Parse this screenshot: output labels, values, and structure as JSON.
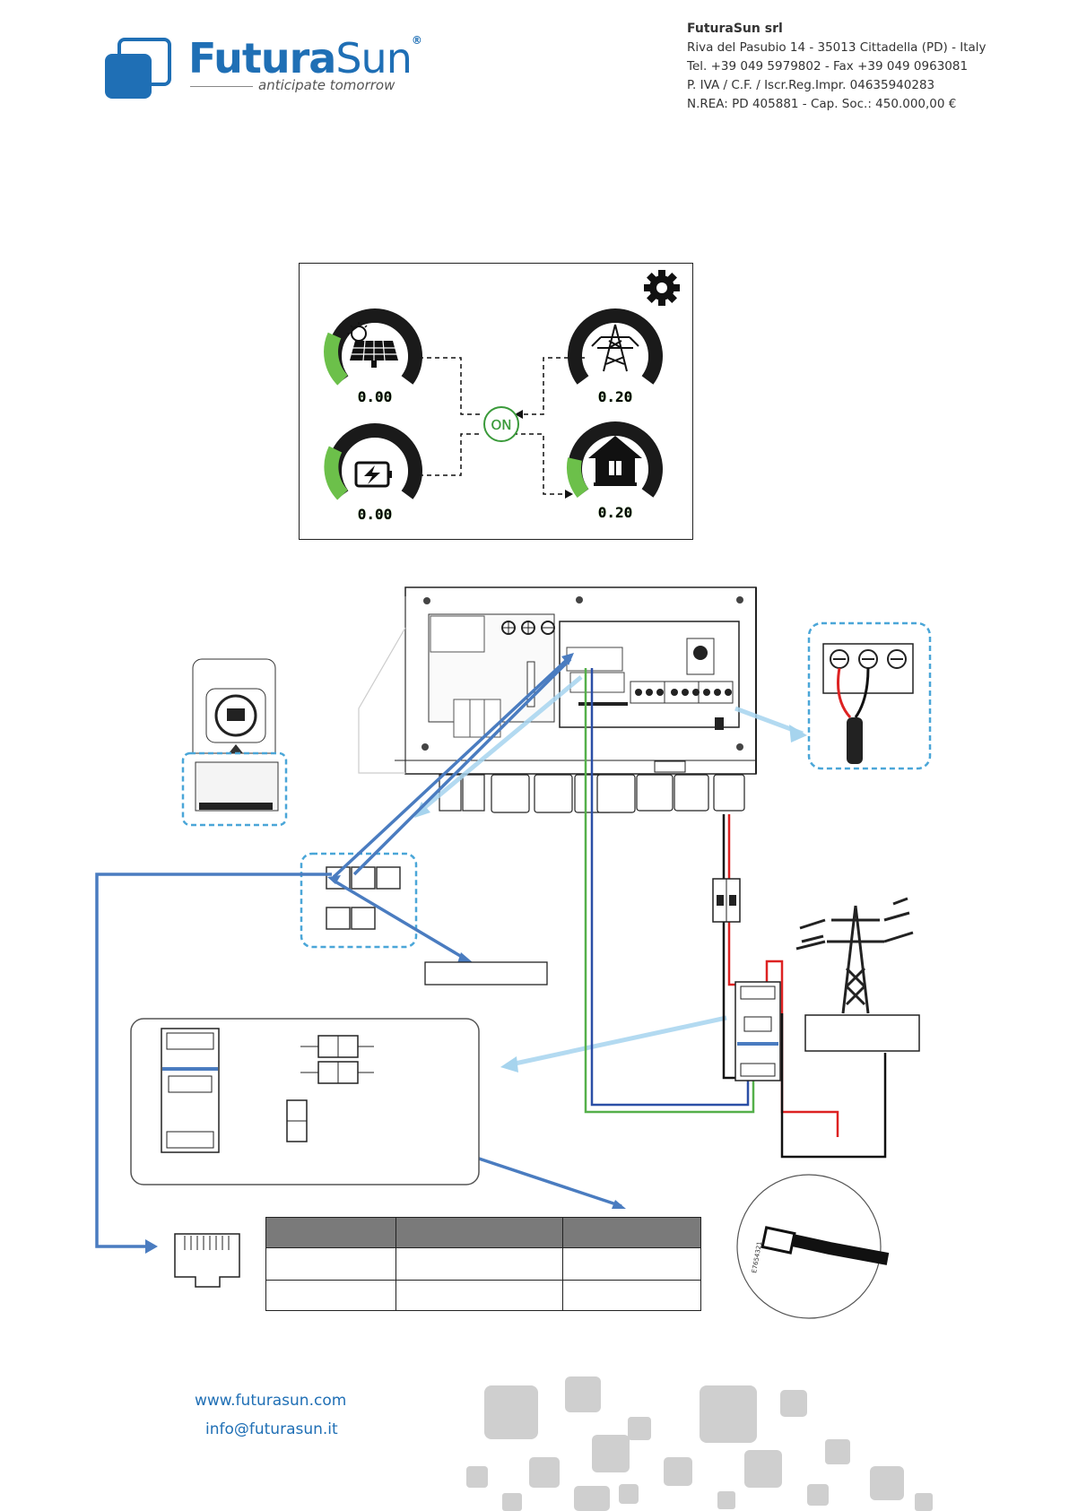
{
  "header": {
    "brand_part1": "Futura",
    "brand_part2": "Sun",
    "registered": "®",
    "tagline": "anticipate tomorrow",
    "company_name": "FuturaSun srl",
    "company_lines": [
      "Riva del Pasubio 14 - 35013 Cittadella (PD) - Italy",
      "Tel. +39 049 5979802 - Fax +39 049 0963081",
      "P. IVA / C.F. / Iscr.Reg.Impr. 04635940283",
      "N.REA: PD 405881 - Cap. Soc.: 450.000,00 €"
    ],
    "colors": {
      "brand_blue": "#1f6fb5"
    }
  },
  "screen": {
    "gear_icon": "gear-icon",
    "status": "ON",
    "gauges": {
      "pv": {
        "icon": "solar-panel-icon",
        "value": "0.00",
        "level": 0.35
      },
      "battery": {
        "icon": "battery-icon",
        "value": "0.00",
        "level": 0.38
      },
      "grid": {
        "icon": "power-tower-icon",
        "value": "0.20",
        "level": 0.0
      },
      "load": {
        "icon": "house-icon",
        "value": "0.20",
        "level": 0.22
      }
    },
    "colors": {
      "gauge_green": "#6cc04a",
      "gauge_dark": "#1a1a1a"
    }
  },
  "footer": {
    "website": "www.futurasun.com",
    "email": "info@futurasun.it"
  }
}
